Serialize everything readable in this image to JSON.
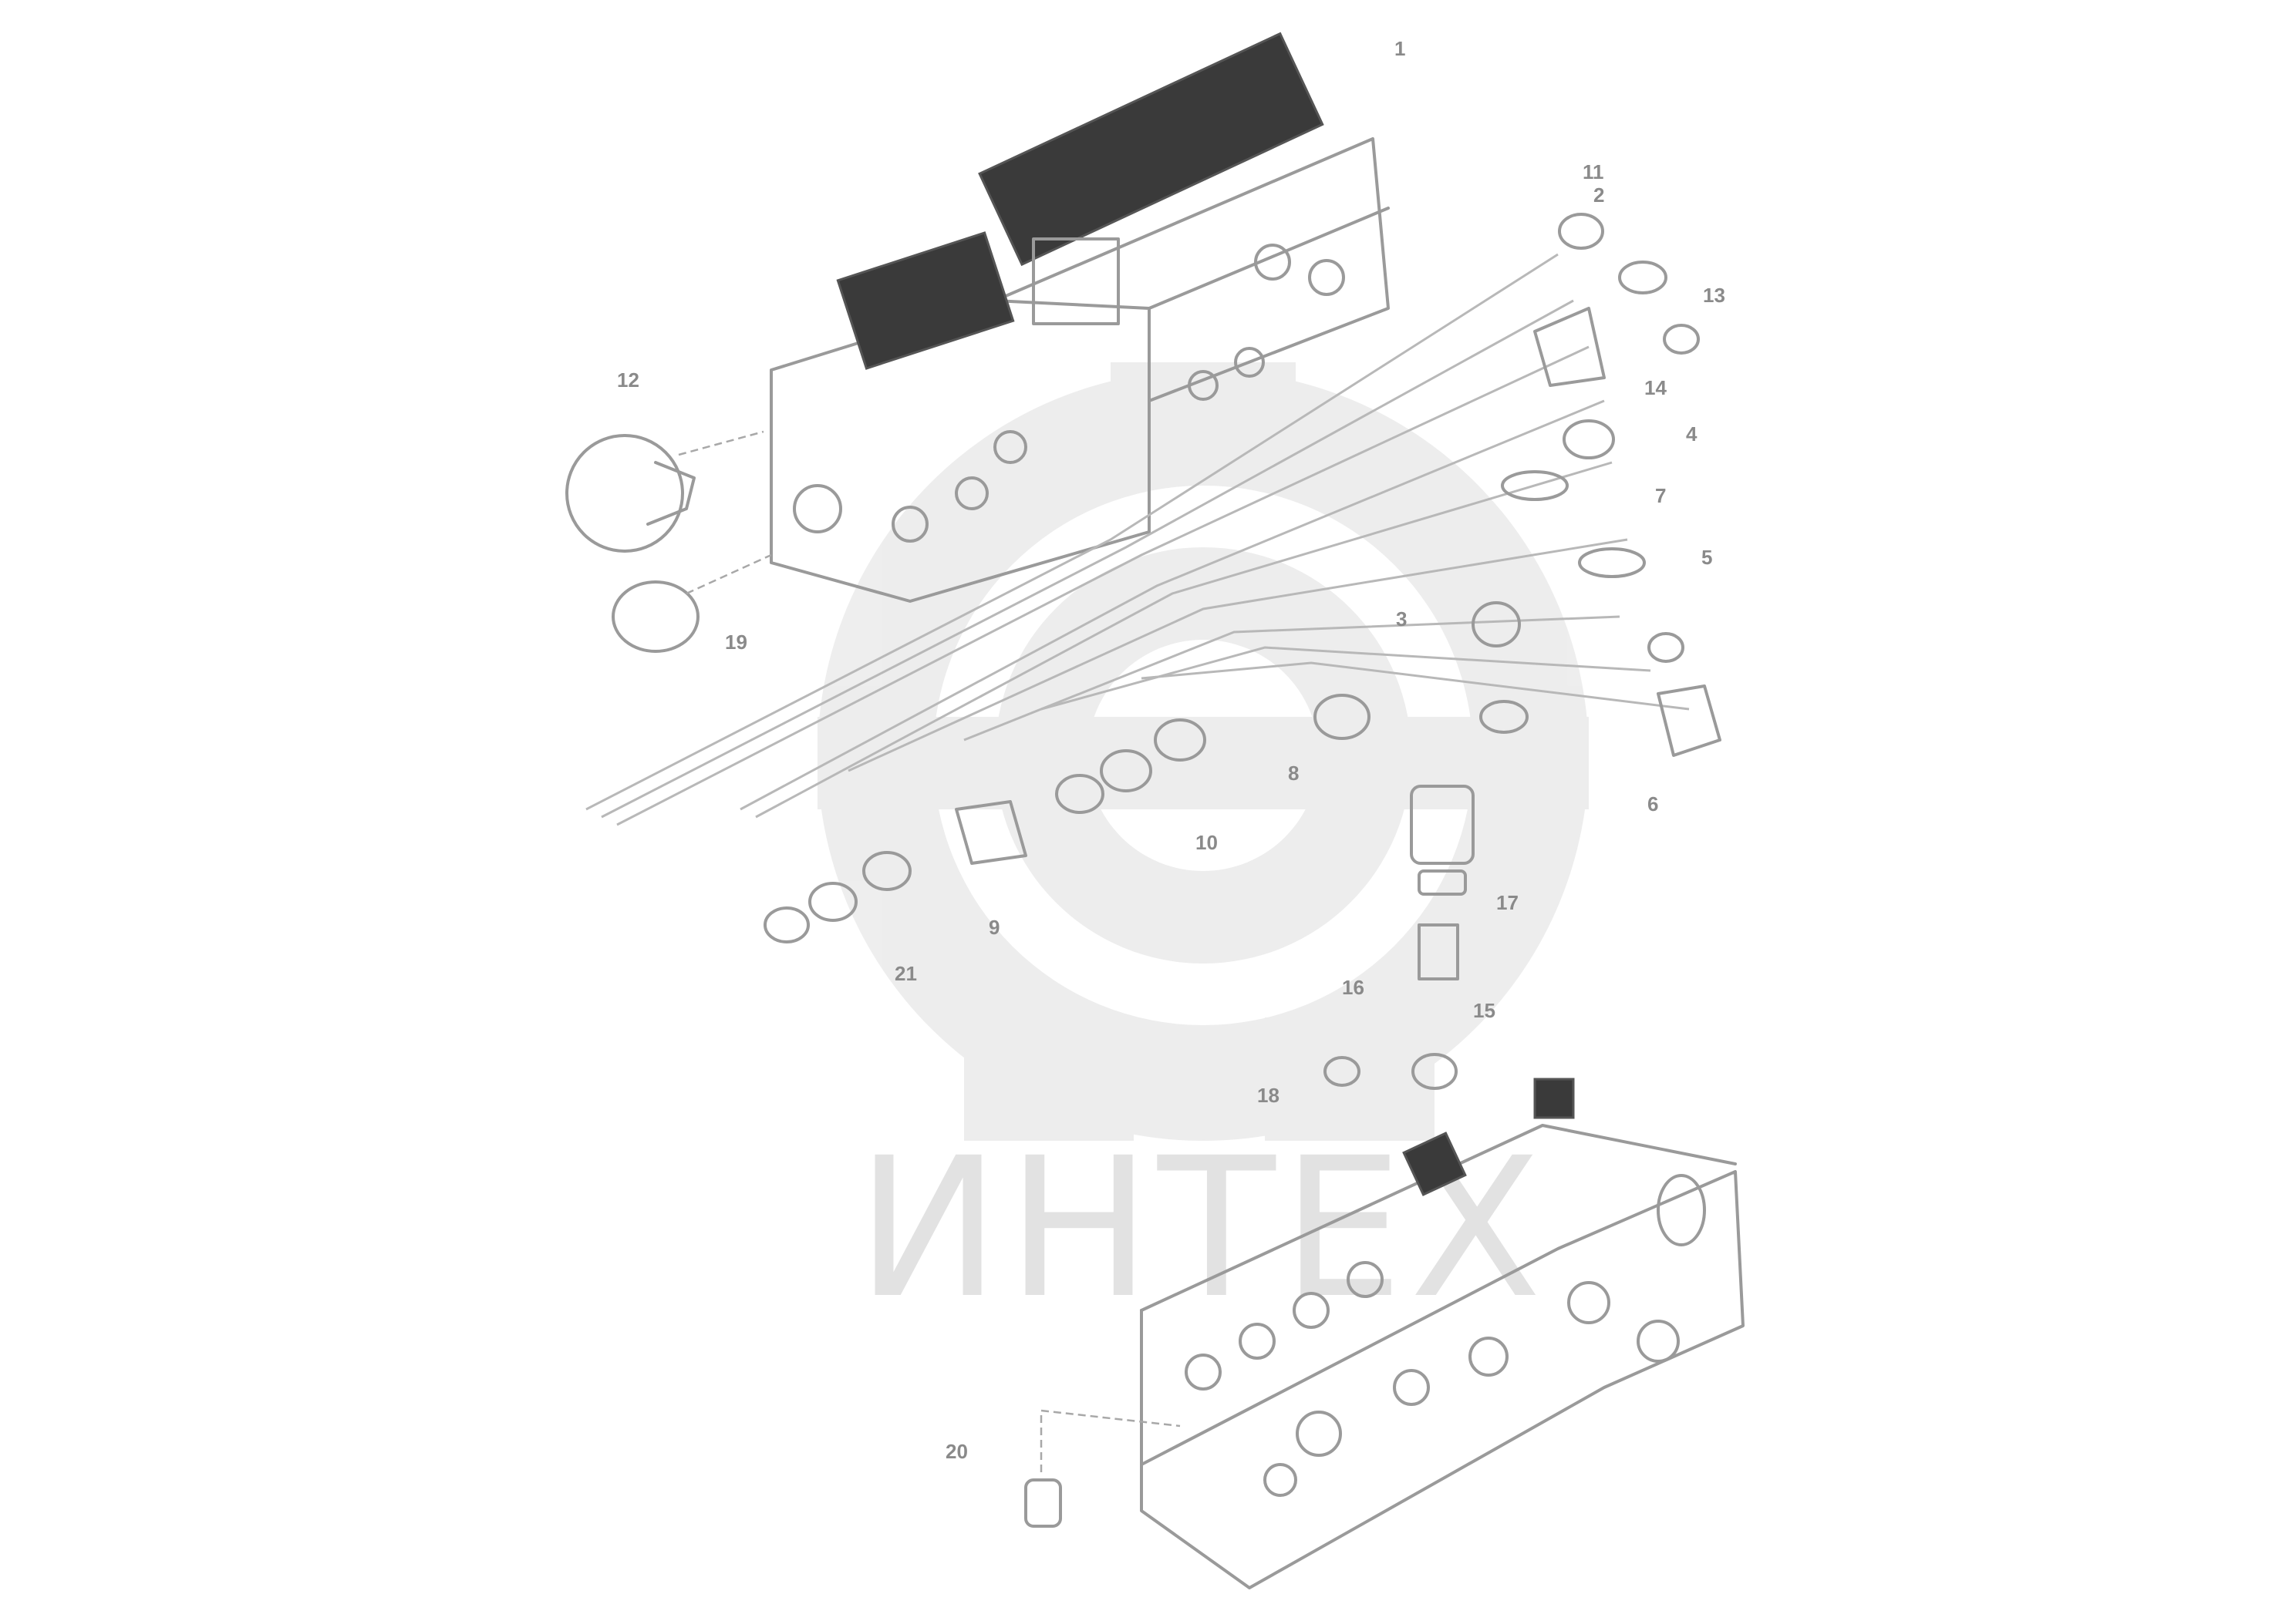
{
  "watermark": {
    "text": "ИНТЕХ"
  },
  "callouts": {
    "c1": "1",
    "c2": "2",
    "c3": "3",
    "c4": "4",
    "c5": "5",
    "c6": "6",
    "c7": "7",
    "c8": "8",
    "c9": "9",
    "c10": "10",
    "c11": "11",
    "c12": "12",
    "c13": "13",
    "c14": "14",
    "c15": "15",
    "c16": "16",
    "c17": "17",
    "c18": "18",
    "c19": "19",
    "c20": "20",
    "c21": "21"
  }
}
